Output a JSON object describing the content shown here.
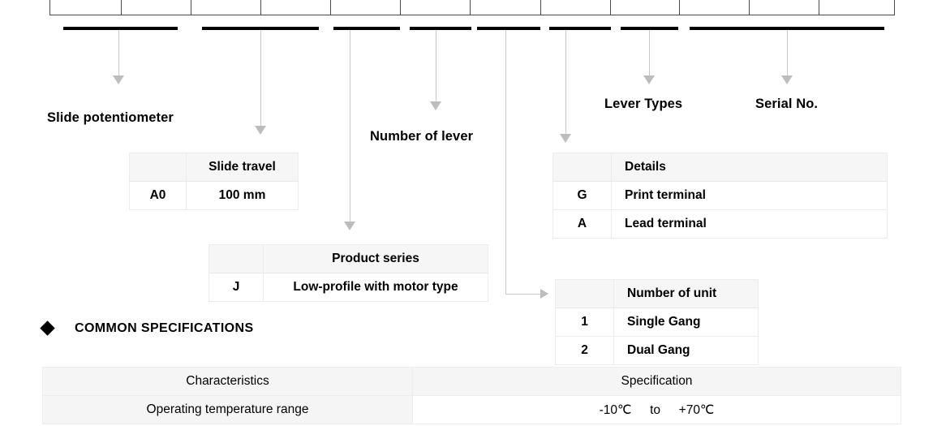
{
  "part_code_grid": {
    "name": "part-number-cells",
    "cell_count": 12,
    "cells": [
      "",
      "",
      "",
      "",
      "",
      "",
      "",
      "",
      "",
      "",
      "",
      ""
    ]
  },
  "callouts": [
    {
      "id": "slide-potentiometer",
      "label": "Slide potentiometer"
    },
    {
      "id": "number-of-lever",
      "label": "Number of lever"
    },
    {
      "id": "lever-types",
      "label": "Lever Types"
    },
    {
      "id": "serial-no",
      "label": "Serial No."
    }
  ],
  "slide_travel_table": {
    "header_key": "",
    "header_value": "Slide travel",
    "rows": [
      {
        "key": "A0",
        "value": "100 mm"
      }
    ]
  },
  "product_series_table": {
    "header_key": "",
    "header_value": "Product series",
    "rows": [
      {
        "key": "J",
        "value": "Low-profile with motor type"
      }
    ]
  },
  "details_table": {
    "header_key": "",
    "header_value": "Details",
    "rows": [
      {
        "key": "G",
        "value": "Print terminal"
      },
      {
        "key": "A",
        "value": "Lead terminal"
      }
    ]
  },
  "number_of_unit_table": {
    "header_key": "",
    "header_value": "Number of unit",
    "rows": [
      {
        "key": "1",
        "value": "Single Gang"
      },
      {
        "key": "2",
        "value": "Dual Gang"
      }
    ]
  },
  "common_specifications": {
    "bullet": "diamond-bullet",
    "heading": "COMMON SPECIFICATIONS",
    "columns": [
      "Characteristics",
      "Specification"
    ],
    "rows": [
      {
        "characteristic": "Operating temperature range",
        "spec_min": "-10℃",
        "spec_join": "to",
        "spec_max": "+70℃"
      }
    ]
  },
  "colors": {
    "bar": "#000000",
    "leader": "#c8c8c8",
    "arrow": "#bdbdbd",
    "table_header_bg": "#f5f5f5",
    "grid_border": "#4a4a4a"
  }
}
